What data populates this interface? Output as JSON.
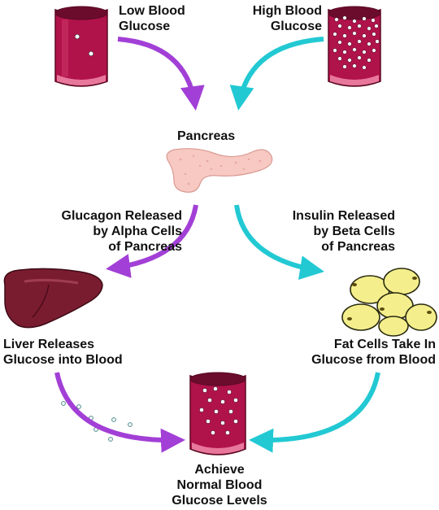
{
  "labels": {
    "low_blood_glucose": [
      "Low Blood",
      "Glucose"
    ],
    "high_blood_glucose": [
      "High Blood",
      "Glucose"
    ],
    "pancreas": "Pancreas",
    "glucagon_prefix": "Glucagon Released",
    "glucagon_by": "by",
    "glucagon_cells": "Alpha Cells",
    "glucagon_of": "of Pancreas",
    "insulin_prefix": "Insulin Released",
    "insulin_by": "by",
    "insulin_cells": "Beta Cells",
    "insulin_of": "of Pancreas",
    "liver": [
      "Liver Releases",
      "Glucose into Blood"
    ],
    "fat": [
      "Fat Cells Take In",
      "Glucose from Blood"
    ],
    "normal": [
      "Achieve",
      "Normal Blood",
      "Glucose Levels"
    ]
  },
  "colors": {
    "low_path_arrow": "#a23fd6",
    "high_path_arrow": "#22c9d3",
    "vessel": "#b0124a",
    "vessel_inner": "#6b0c2c",
    "vessel_rim": "#e8779c",
    "pancreas": "#f7c9c2",
    "liver": "#7a1c30",
    "fat_cell": "#f4ef8c"
  }
}
